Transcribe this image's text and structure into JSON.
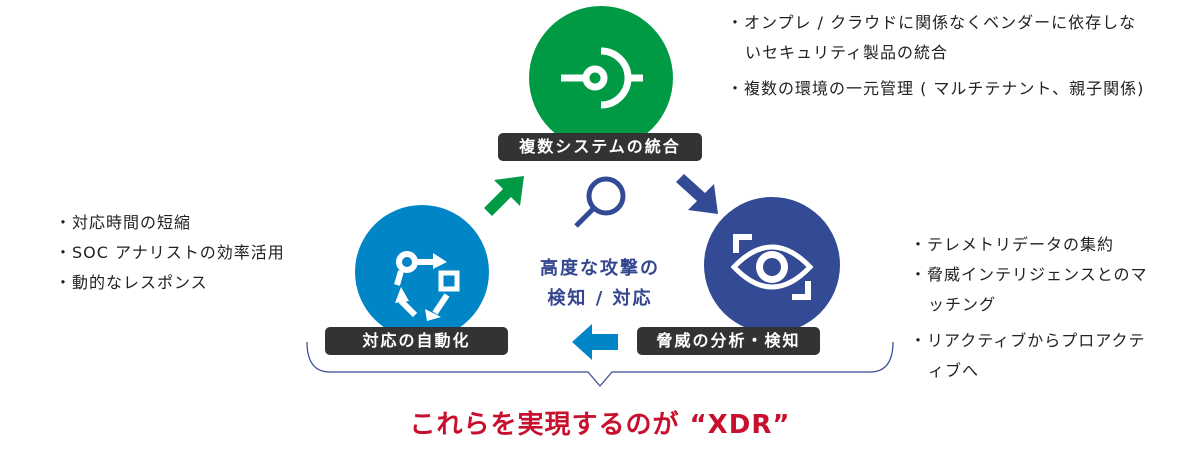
{
  "nodes": {
    "integration": {
      "label": "複数システムの統合",
      "color": "#009a44"
    },
    "automation": {
      "label": "対応の自動化",
      "color": "#0085c7"
    },
    "analysis": {
      "label": "脅威の分析・検知",
      "color": "#334a94"
    }
  },
  "center_text": {
    "line1": "高度な攻撃の",
    "line2": "検知 / 対応"
  },
  "bullets_left": [
    "・対応時間の短縮",
    "・SOC アナリストの効率活用",
    "・動的なレスポンス"
  ],
  "bullets_top_right": [
    "・オンプレ / クラウドに関係なくベンダーに依存しないセキュリティ製品の統合",
    "・複数の環境の一元管理 ( マルチテナント、親子関係)"
  ],
  "bullets_right": [
    "・テレメトリデータの集約",
    "・脅威インテリジェンスとのマッチング",
    "・リアクティブからプロアクティブへ"
  ],
  "conclusion": "これらを実現するのが “XDR”"
}
